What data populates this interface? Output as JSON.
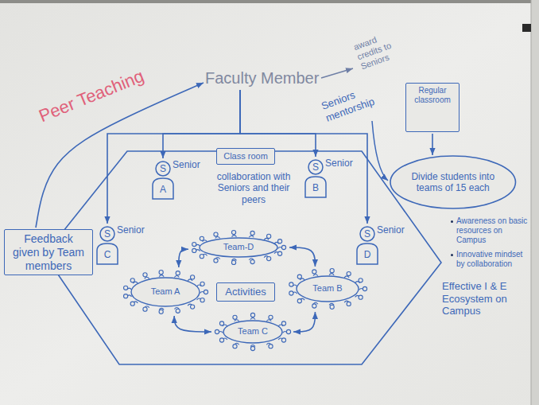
{
  "diagram": {
    "nodes": [
      {
        "text": [
          "Faculty Member"
        ]
      },
      {
        "text": [
          "Regular classroom"
        ]
      },
      {
        "text": [
          "Divide students into teams of 15 each"
        ]
      },
      {
        "text": [
          "collaboration with Seniors and their peers"
        ]
      },
      {
        "text": [
          "Class room"
        ],
        "in": 3
      },
      {
        "text": [
          "S",
          "Senior",
          "A"
        ],
        "in": 3
      },
      {
        "text": [
          "S",
          "Senior",
          "B"
        ],
        "in": 3
      },
      {
        "text": [
          "S",
          "Senior",
          "C"
        ],
        "in": 3
      },
      {
        "text": [
          "S",
          "Senior",
          "D"
        ],
        "in": 3
      },
      {
        "text": [
          "Team-D"
        ],
        "in": 3
      },
      {
        "text": [
          "Team A"
        ],
        "in": 3
      },
      {
        "text": [
          "Activities"
        ],
        "in": 3
      },
      {
        "text": [
          "Team B"
        ],
        "in": 3
      },
      {
        "text": [
          "Team C"
        ],
        "in": 3
      },
      {
        "text": [
          "Feedback given by Team members"
        ]
      }
    ],
    "edges": [
      {
        "from": 0,
        "to": 5,
        "arrow": "to"
      },
      {
        "from": 0,
        "to": 6,
        "arrow": "to"
      },
      {
        "from": 0,
        "to": 7,
        "arrow": "to"
      },
      {
        "from": 0,
        "to": 8,
        "arrow": "to"
      },
      {
        "from": 1,
        "to": 2,
        "arrow": "to"
      },
      {
        "from": 14,
        "to": 0,
        "arrow": "to"
      },
      {
        "from": 10,
        "to": 9,
        "arrow": "both"
      },
      {
        "from": 9,
        "to": 12,
        "arrow": "both"
      },
      {
        "from": 12,
        "to": 13,
        "arrow": "both"
      },
      {
        "from": 13,
        "to": 10,
        "arrow": "both"
      }
    ],
    "labels": [
      "Peer Teaching",
      "award credits to Seniors",
      "Seniors mentorship",
      "Awareness on basic resources on Campus",
      "Innovative mindset by collaboration",
      "Effective I & E Ecosystem on Campus"
    ]
  }
}
